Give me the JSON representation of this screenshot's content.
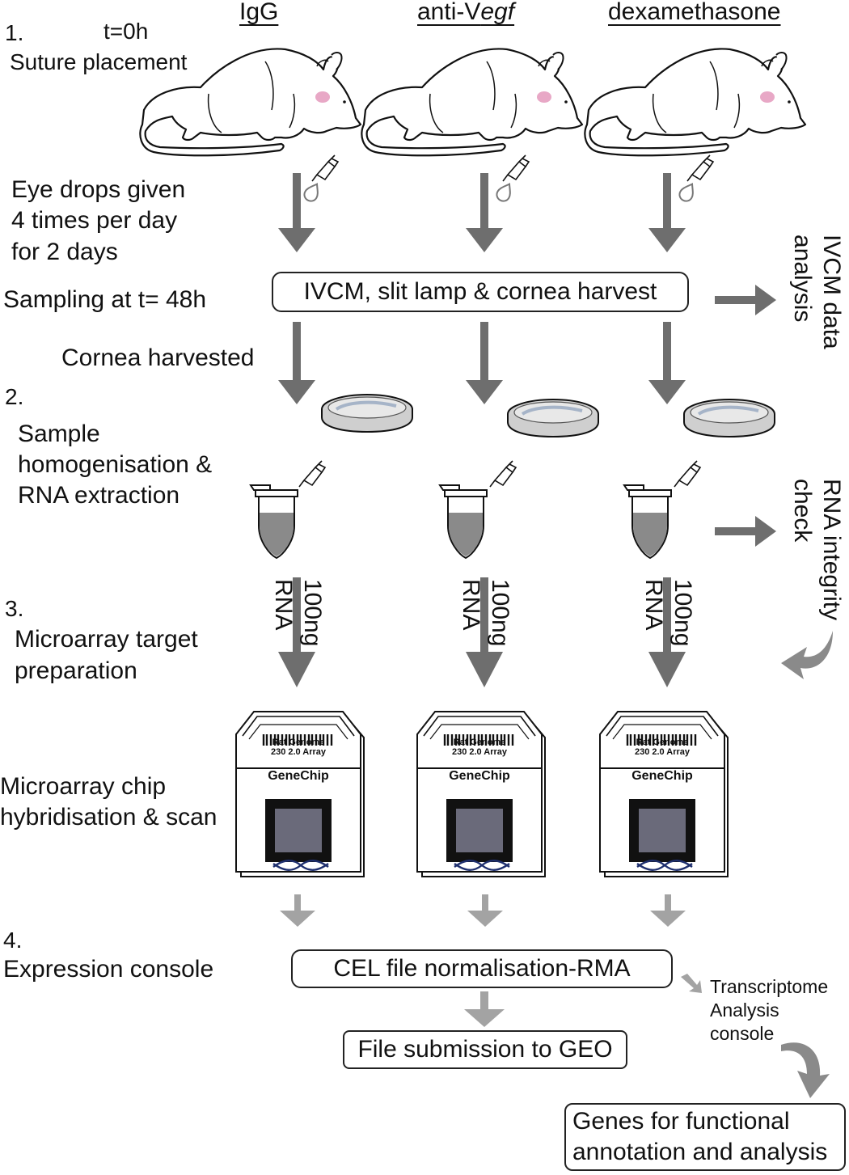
{
  "columns": [
    {
      "label_pre": "IgG",
      "label_italic": ""
    },
    {
      "label_pre": "anti-V",
      "label_italic": "egf"
    },
    {
      "label_pre": "dexamethasone",
      "label_italic": ""
    }
  ],
  "step1": {
    "number": "1.",
    "time": "t=0h",
    "label": "Suture placement"
  },
  "eye_drops": {
    "line1": "Eye drops given",
    "line2": "4 times per day",
    "line3": "for 2 days"
  },
  "sampling": {
    "label": "Sampling at t= 48h",
    "box": "IVCM, slit lamp & cornea harvest",
    "side_line1": "IVCM data",
    "side_line2": "analysis"
  },
  "step2": {
    "harvested": "Cornea harvested",
    "number": "2.",
    "line1": "Sample",
    "line2": "homogenisation &",
    "line3": "RNA extraction",
    "side_line1": "RNA integrity",
    "side_line2": "check"
  },
  "rna_label": {
    "line1": "100ng",
    "line2": "RNA"
  },
  "step3": {
    "number": "3.",
    "line1": "Microarray target",
    "line2": "preparation"
  },
  "chip": {
    "side_line1": "Microarray chip",
    "side_line2": "hybridisation & scan",
    "genome_line1": "Rat Genome",
    "genome_line2": "230 2.0 Array",
    "brand": "GeneChip"
  },
  "step4": {
    "number": "4.",
    "label": "Expression console",
    "box1": "CEL file normalisation-RMA",
    "box2": "File submission to GEO",
    "tac_line1": "Transcriptome",
    "tac_line2": "Analysis",
    "tac_line3": "console",
    "final_line1": "Genes for functional",
    "final_line2": "annotation and analysis"
  }
}
